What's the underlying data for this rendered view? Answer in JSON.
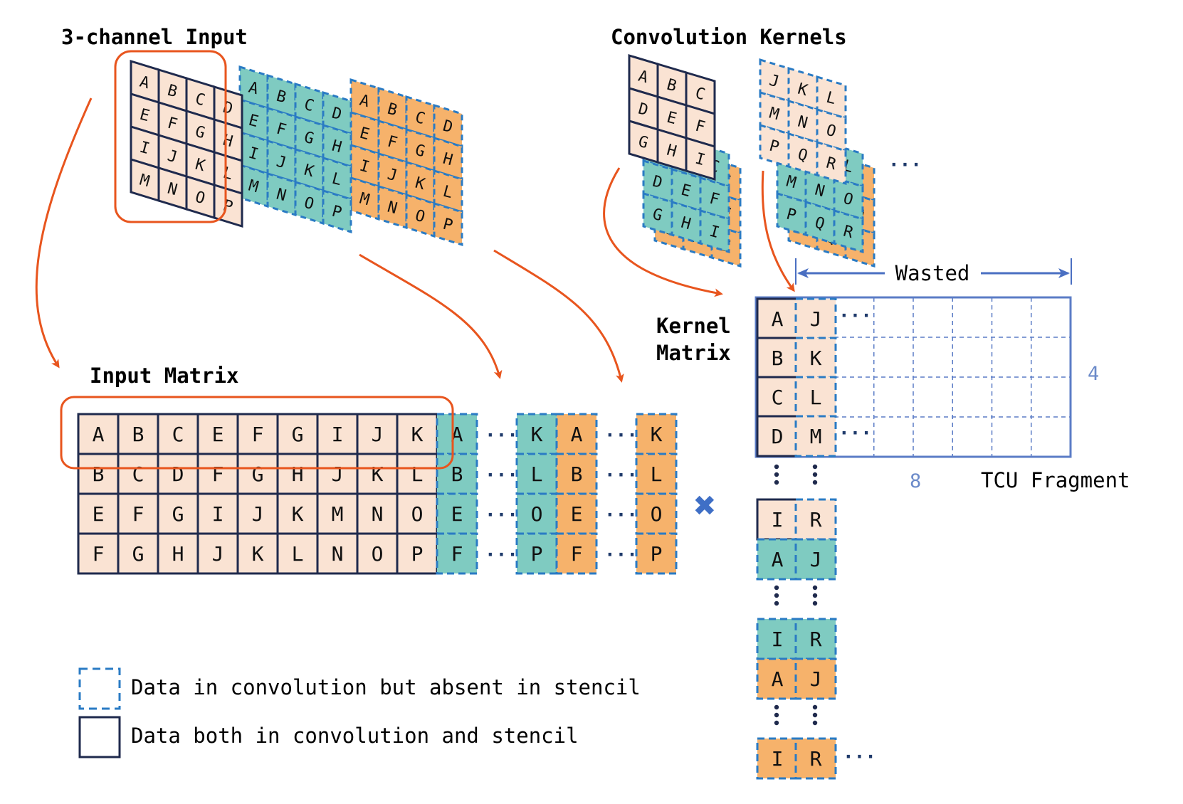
{
  "titles": {
    "input3": "3-channel Input",
    "kernels": "Convolution Kernels",
    "input_matrix": "Input Matrix",
    "kernel_matrix_l1": "Kernel",
    "kernel_matrix_l2": "Matrix",
    "wasted": "Wasted",
    "tcu_fragment": "TCU Fragment",
    "dim_rows": "4",
    "dim_cols": "8"
  },
  "legend": {
    "dashed": "Data in convolution but absent in stencil",
    "solid": "Data both in convolution and stencil"
  },
  "colors": {
    "peach": "#fae3d3",
    "teal": "#7fcbc1",
    "orange": "#f6b26b",
    "navy": "#1f2a4d",
    "dash_blue": "#2a7bc4",
    "arrow": "#e8551e",
    "frag_blue": "#5b7cc6",
    "cross": "#3f6fc6"
  },
  "input_channel": [
    [
      "A",
      "B",
      "C",
      "D"
    ],
    [
      "E",
      "F",
      "G",
      "H"
    ],
    [
      "I",
      "J",
      "K",
      "L"
    ],
    [
      "M",
      "N",
      "O",
      "P"
    ]
  ],
  "kernel_a": [
    [
      "A",
      "B",
      "C"
    ],
    [
      "D",
      "E",
      "F"
    ],
    [
      "G",
      "H",
      "I"
    ]
  ],
  "kernel_b": [
    [
      "J",
      "K",
      "L"
    ],
    [
      "M",
      "N",
      "O"
    ],
    [
      "P",
      "Q",
      "R"
    ]
  ],
  "kernel_behind": {
    "a": [
      "G",
      "H",
      "I"
    ],
    "b": [
      "P",
      "Q",
      "R"
    ]
  },
  "input_matrix": [
    [
      "A",
      "B",
      "C",
      "E",
      "F",
      "G",
      "I",
      "J",
      "K"
    ],
    [
      "B",
      "C",
      "D",
      "F",
      "G",
      "H",
      "J",
      "K",
      "L"
    ],
    [
      "E",
      "F",
      "G",
      "I",
      "J",
      "K",
      "M",
      "N",
      "O"
    ],
    [
      "F",
      "G",
      "H",
      "J",
      "K",
      "L",
      "N",
      "O",
      "P"
    ]
  ],
  "im_teal_first": [
    "A",
    "B",
    "E",
    "F"
  ],
  "im_teal_last": [
    "K",
    "L",
    "O",
    "P"
  ],
  "im_orange_first": [
    "A",
    "B",
    "E",
    "F"
  ],
  "im_orange_last": [
    "K",
    "L",
    "O",
    "P"
  ],
  "kernel_matrix": {
    "top": [
      [
        "A",
        "J"
      ],
      [
        "B",
        "K"
      ],
      [
        "C",
        "L"
      ],
      [
        "D",
        "M"
      ]
    ],
    "peach_bottom": [
      "I",
      "R"
    ],
    "teal_top": [
      "A",
      "J"
    ],
    "teal_bottom": [
      "I",
      "R"
    ],
    "orange_top": [
      "A",
      "J"
    ],
    "orange_bottom": [
      "I",
      "R"
    ]
  },
  "ellipsis": "···",
  "cross_symbol": "✖"
}
